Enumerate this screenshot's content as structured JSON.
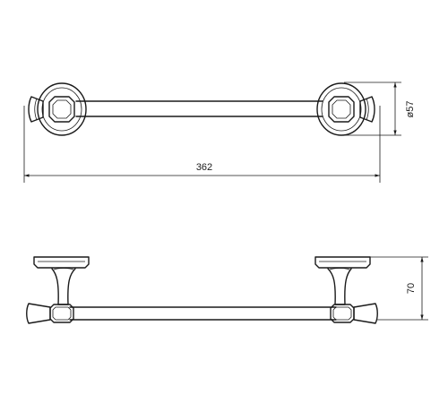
{
  "dimensions": {
    "length_label": "362",
    "diameter_label": "ø57",
    "depth_label": "70"
  }
}
